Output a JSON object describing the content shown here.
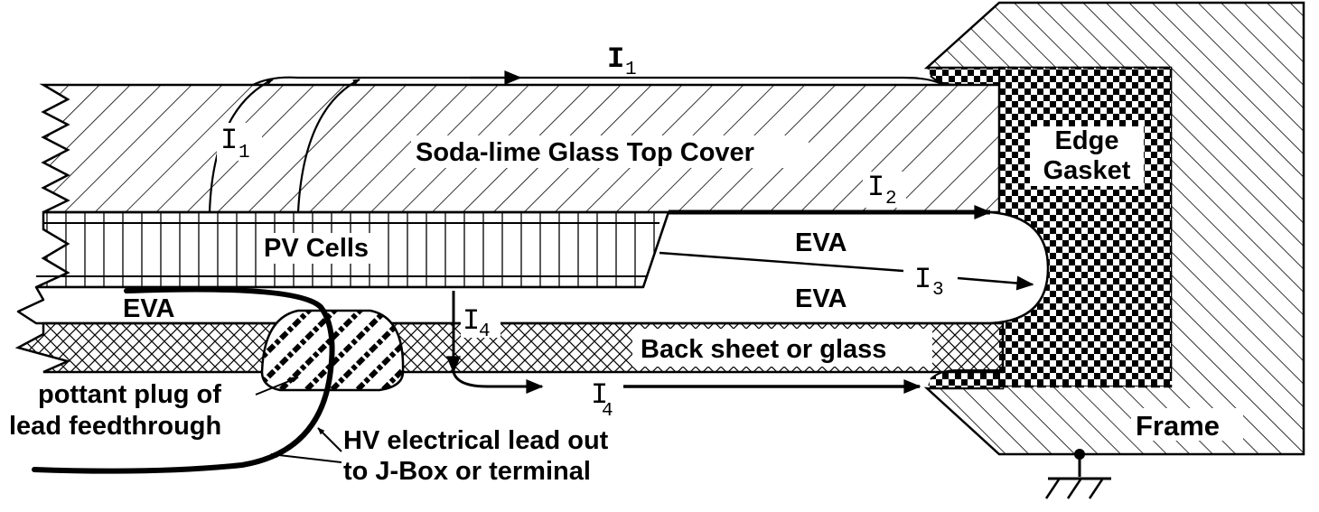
{
  "labels": {
    "glass": "Soda-lime Glass Top Cover",
    "gasket_line1": "Edge",
    "gasket_line2": "Gasket",
    "pv_cells": "PV Cells",
    "eva_upper": "EVA",
    "eva_lower": "EVA",
    "eva_left": "EVA",
    "back_sheet": "Back sheet or glass",
    "frame": "Frame",
    "pottant_line1": "pottant plug of",
    "pottant_line2": "lead feedthrough",
    "hv_line1": "HV electrical lead out",
    "hv_line2": "to J-Box  or terminal"
  },
  "currents": [
    {
      "symbol": "I",
      "sub": "1"
    },
    {
      "symbol": "I",
      "sub": "1"
    },
    {
      "symbol": "I",
      "sub": "2"
    },
    {
      "symbol": "I",
      "sub": "3"
    },
    {
      "symbol": "I",
      "sub": "4"
    },
    {
      "symbol": "I",
      "sub": "4"
    }
  ]
}
